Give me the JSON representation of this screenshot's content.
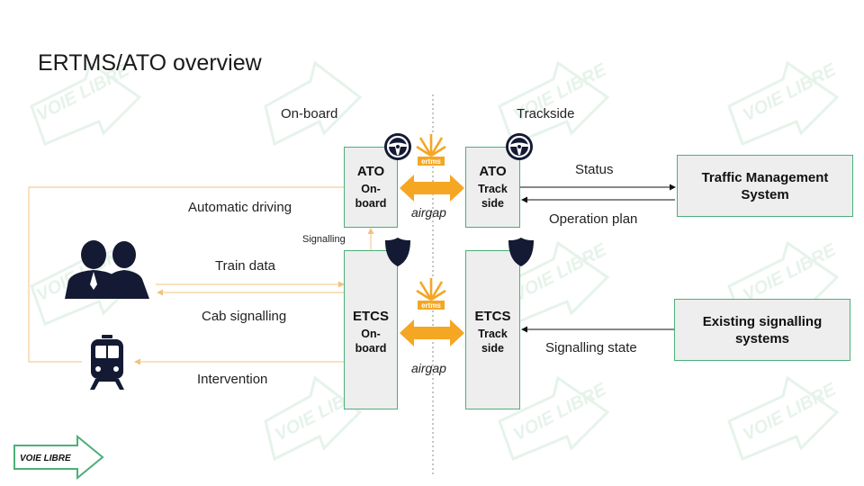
{
  "title": "ERTMS/ATO overview",
  "onboard_label": "On-board",
  "trackside_label": "Trackside",
  "boxes": {
    "ato_onboard": {
      "main": "ATO",
      "sub": [
        "On-",
        "board"
      ]
    },
    "ato_trackside": {
      "main": "ATO",
      "sub": [
        "Track",
        "side"
      ]
    },
    "etcs_onboard": {
      "main": "ETCS",
      "sub": [
        "On-",
        "board"
      ]
    },
    "etcs_trackside": {
      "main": "ETCS",
      "sub": [
        "Track",
        "side"
      ]
    },
    "tms": {
      "lines": [
        "Traffic Management",
        "System"
      ]
    },
    "ess": {
      "lines": [
        "Existing signalling",
        "systems"
      ]
    }
  },
  "flows": {
    "automatic_driving": "Automatic driving",
    "train_data": "Train data",
    "cab_signalling": "Cab signalling",
    "intervention": "Intervention",
    "signalling": "Signalling",
    "status": "Status",
    "operation_plan": "Operation plan",
    "signalling_state": "Signalling state"
  },
  "airgap": "airgap",
  "ertms_logo_text": "ertms",
  "brand": "VOIE LIBRE",
  "colors": {
    "box_border": "#4caf7a",
    "box_fill": "#eeeeee",
    "orange": "#f5a623",
    "line_orange": "#f2c27c",
    "icon_dark": "#141a33",
    "watermark": "#e6f3ea"
  },
  "icons": [
    "steering-wheel-icon",
    "shield-icon",
    "users-icon",
    "train-icon",
    "ertms-logo-icon",
    "double-arrow-icon"
  ]
}
